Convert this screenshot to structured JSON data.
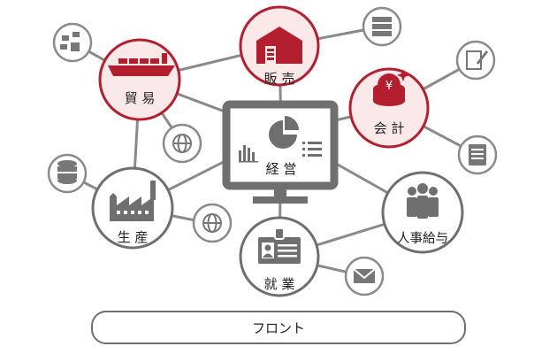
{
  "modules": {
    "keiei": "経 営",
    "boeki": "貿 易",
    "hanbai": "販 売",
    "kaikei": "会 計",
    "seisan": "生 産",
    "shugyo": "就 業",
    "jinji": "人事給与"
  },
  "front_label": "フロント",
  "colors": {
    "accent_red": "#b31f2e",
    "accent_red_fill": "#fbe9ea",
    "gray_line": "#8a8a8a",
    "gray_dark": "#6f6f6f",
    "text": "#222222"
  },
  "icons": {
    "trade": "cargo-ship-icon",
    "sales": "warehouse-icon",
    "accounting": "yen-coins-icon",
    "production": "factory-icon",
    "attendance": "id-card-icon",
    "payroll": "people-group-icon",
    "management": "monitor-chart-icon",
    "satellites": [
      "network-switch-icon",
      "server-rack-icon",
      "edit-document-icon",
      "ledger-icon",
      "database-icon",
      "globe-icon",
      "globe-icon",
      "mail-icon"
    ]
  }
}
